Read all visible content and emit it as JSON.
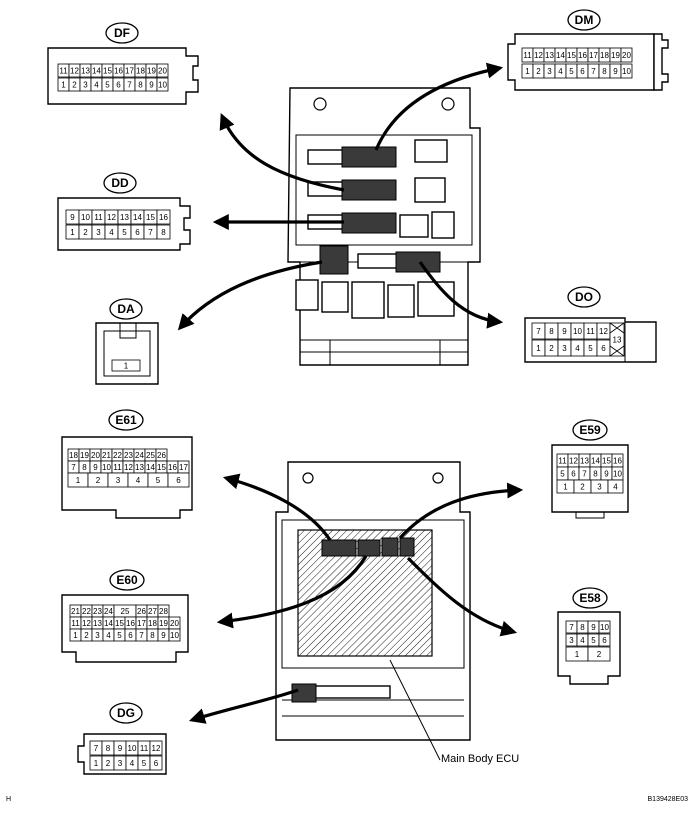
{
  "connectors": {
    "DF": {
      "tag": "DF",
      "row1": [
        "11",
        "12",
        "13",
        "14",
        "15",
        "16",
        "17",
        "18",
        "19",
        "20"
      ],
      "row2": [
        "1",
        "2",
        "3",
        "4",
        "5",
        "6",
        "7",
        "8",
        "9",
        "10"
      ]
    },
    "DM": {
      "tag": "DM",
      "row1": [
        "11",
        "12",
        "13",
        "14",
        "15",
        "16",
        "17",
        "18",
        "19",
        "20"
      ],
      "row2": [
        "1",
        "2",
        "3",
        "4",
        "5",
        "6",
        "7",
        "8",
        "9",
        "10"
      ]
    },
    "DD": {
      "tag": "DD",
      "row1": [
        "9",
        "10",
        "11",
        "12",
        "13",
        "14",
        "15",
        "16"
      ],
      "row2": [
        "1",
        "2",
        "3",
        "4",
        "5",
        "6",
        "7",
        "8"
      ]
    },
    "DA": {
      "tag": "DA",
      "row1": [
        "1"
      ]
    },
    "DO": {
      "tag": "DO",
      "row1": [
        "7",
        "8",
        "9",
        "10",
        "11",
        "12"
      ],
      "row2": [
        "1",
        "2",
        "3",
        "4",
        "5",
        "6"
      ],
      "extra": "13"
    },
    "E61": {
      "tag": "E61",
      "row1": [
        "18",
        "19",
        "20",
        "21",
        "22",
        "23",
        "24",
        "25",
        "26"
      ],
      "row2": [
        "7",
        "8",
        "9",
        "10",
        "11",
        "12",
        "13",
        "14",
        "15",
        "16",
        "17"
      ],
      "row3": [
        "1",
        "2",
        "3",
        "4",
        "5",
        "6"
      ]
    },
    "E59": {
      "tag": "E59",
      "row1": [
        "11",
        "12",
        "13",
        "14",
        "15",
        "16"
      ],
      "row2": [
        "5",
        "6",
        "7",
        "8",
        "9",
        "10"
      ],
      "row3": [
        "1",
        "2",
        "3",
        "4"
      ]
    },
    "E60": {
      "tag": "E60",
      "row1": [
        "21",
        "22",
        "23",
        "24",
        "25",
        "26",
        "27",
        "28"
      ],
      "row2": [
        "11",
        "12",
        "13",
        "14",
        "15",
        "16",
        "17",
        "18",
        "19",
        "20"
      ],
      "row3": [
        "1",
        "2",
        "3",
        "4",
        "5",
        "6",
        "7",
        "8",
        "9",
        "10"
      ]
    },
    "E58": {
      "tag": "E58",
      "row1": [
        "7",
        "8",
        "9",
        "10"
      ],
      "row2": [
        "3",
        "4",
        "5",
        "6"
      ],
      "row3": [
        "1",
        "2"
      ]
    },
    "DG": {
      "tag": "DG",
      "row1": [
        "7",
        "8",
        "9",
        "10",
        "11",
        "12"
      ],
      "row2": [
        "1",
        "2",
        "3",
        "4",
        "5",
        "6"
      ]
    }
  },
  "labels": {
    "main_body_ecu": "Main Body ECU",
    "corner_left": "H",
    "corner_right": "B139428E03"
  }
}
